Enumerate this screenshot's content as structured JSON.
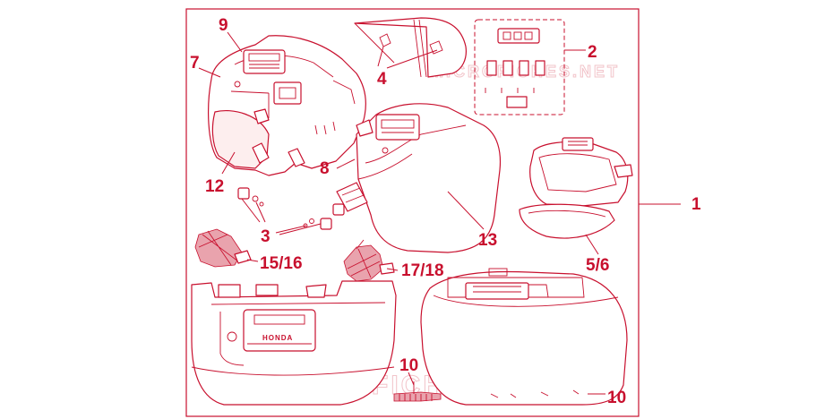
{
  "callouts": {
    "c1": "1",
    "c2": "2",
    "c3": "3",
    "c4": "4",
    "c56": "5/6",
    "c8": "8",
    "c9": "9",
    "c7": "7",
    "c10a": "10",
    "c10b": "10",
    "c12": "12",
    "c13": "13",
    "c1516": "15/16",
    "c1718": "17/18"
  },
  "watermark": {
    "main": "MICROFICHES.NET",
    "top": "MICROFICHES.NET"
  },
  "brand_mark": "HONDA",
  "colors": {
    "line": "#c8102e",
    "background": "#ffffff"
  }
}
